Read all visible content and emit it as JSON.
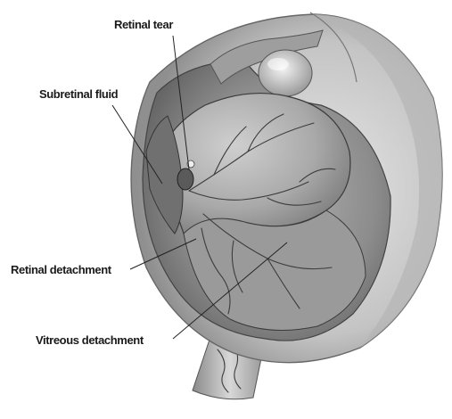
{
  "labels": {
    "retinal_tear": "Retinal tear",
    "subretinal_fluid": "Subretinal fluid",
    "retinal_detachment": "Retinal detachment",
    "vitreous_detachment": "Vitreous detachment"
  }
}
